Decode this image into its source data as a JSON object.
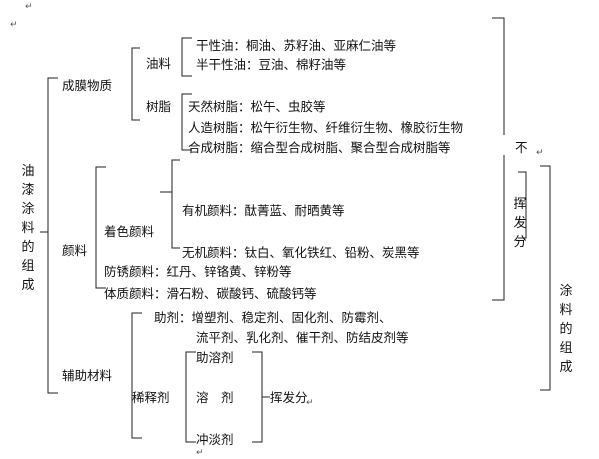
{
  "root": {
    "title_chars": [
      "油",
      "漆",
      "涂",
      "料",
      "的",
      "组",
      "成"
    ]
  },
  "film": {
    "label": "成膜物质",
    "oil": {
      "label": "油料",
      "items": [
        "干性油：桐油、苏籽油、亚麻仁油等",
        "半干性油：豆油、棉籽油等"
      ]
    },
    "resin": {
      "label": "树脂",
      "items": [
        "天然树脂：松午、虫胶等",
        "人造树脂：松午衍生物、纤维衍生物、橡胶衍生物",
        "合成树脂：缩合型合成树脂、聚合型合成树脂等"
      ]
    }
  },
  "pigment": {
    "label": "颜料",
    "coloring": {
      "label": "着色颜料",
      "items": [
        "有机颜料：酞菁蓝、耐晒黄等",
        "无机颜料：钛白、氧化铁红、铅粉、炭黑等"
      ]
    },
    "items": [
      "防锈颜料：红丹、锌铬黄、锌粉等",
      "体质颜料：滑石粉、碳酸钙、硫酸钙等"
    ]
  },
  "auxiliary": {
    "label": "辅助材料",
    "additive_lines": [
      "助剂：增塑剂、稳定剂、固化剂、防霉剂、",
      "流平剂、乳化剂、催干剂、防结皮剂等"
    ],
    "thinner": {
      "label": "稀释剂",
      "items": [
        "助溶剂",
        "溶　剂",
        "冲淡剂"
      ],
      "result": "挥发分"
    }
  },
  "side": {
    "top_label": "不",
    "middle_chars": [
      "挥",
      "发",
      "分"
    ],
    "right_chars": [
      "涂",
      "料",
      "的",
      "组",
      "成"
    ]
  },
  "return_mark": "↵"
}
